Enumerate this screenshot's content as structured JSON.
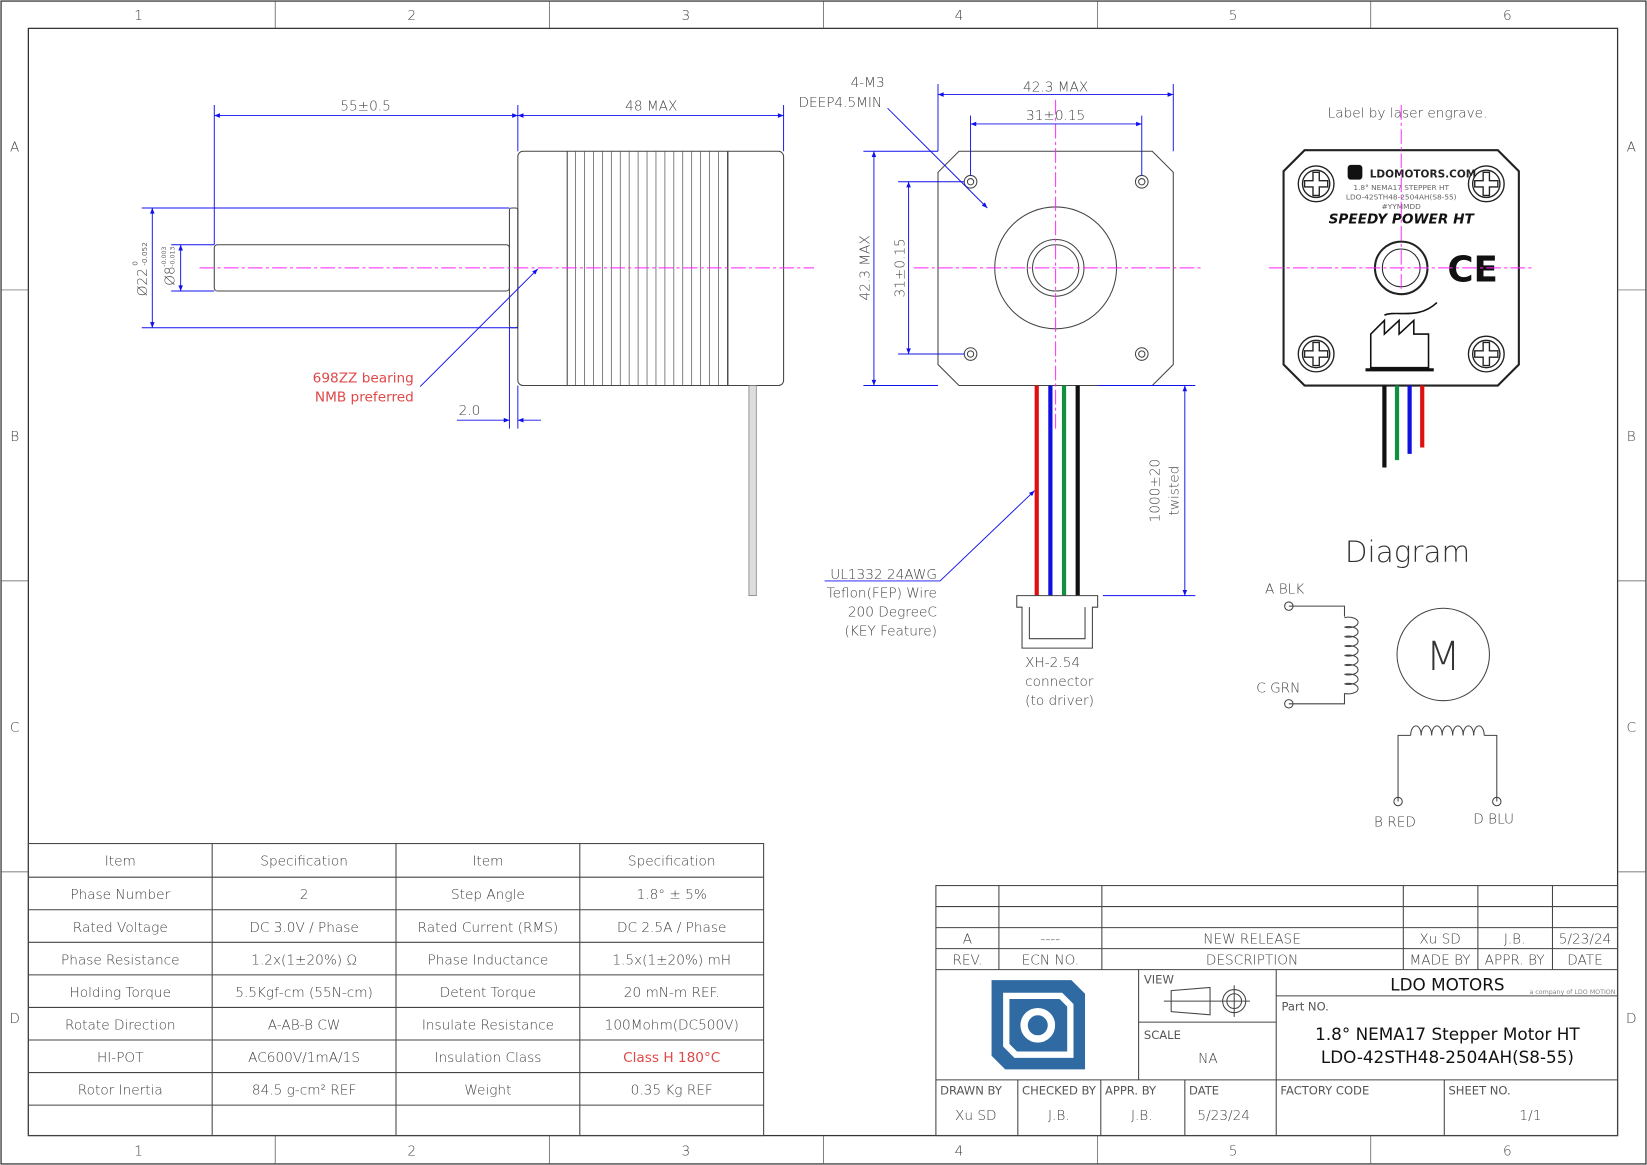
{
  "frame": {
    "columns": [
      "1",
      "2",
      "3",
      "4",
      "5",
      "6"
    ],
    "rows": [
      "A",
      "B",
      "C",
      "D"
    ]
  },
  "colors": {
    "dimension": "#1010ee",
    "centerline": "#ff20ff",
    "note": "#e04848",
    "logo": "#2f6aa3",
    "wire_red": "#e01010",
    "wire_blue": "#1010e0",
    "wire_green": "#109040",
    "wire_black": "#111111"
  },
  "side_view": {
    "shaft_length": "55±0.5",
    "body_length": "48 MAX",
    "boss_diameter": "Ø22",
    "boss_tol_upper": "0",
    "boss_tol_lower": "-0.052",
    "shaft_diameter": "Ø8",
    "shaft_tol_upper": "-0.003",
    "shaft_tol_lower": "-0.013",
    "boss_height": "2.0",
    "bearing_line1": "698ZZ bearing",
    "bearing_line2": "NMB preferred"
  },
  "front_view": {
    "hole_note_line1": "4-M3",
    "hole_note_line2": "DEEP4.5MIN",
    "width_max": "42.3 MAX",
    "hole_spacing_h": "31±0.15",
    "height_max": "42.3 MAX",
    "hole_spacing_v": "31±0.15",
    "wire_length": "1000±20",
    "wire_twist": "twisted",
    "wire_note": [
      "UL1332 24AWG",
      "Teflon(FEP) Wire",
      "200 DegreeC",
      "(KEY Feature)"
    ],
    "connector_note": [
      "XH-2.54",
      "connector",
      "(to driver)"
    ]
  },
  "label_view": {
    "caption": "Label by laser engrave.",
    "website": "LDOMOTORS.COM",
    "line1": "1.8° NEMA17 STEPPER HT",
    "line2": "LDO-42STH48-2504AH(S8-55)",
    "line3": "#YYMMDD",
    "tagline": "SPEEDY POWER HT",
    "ce_mark": "CE"
  },
  "wiring_diagram": {
    "title": "Diagram",
    "motor_symbol": "M",
    "pins": {
      "a": "A BLK",
      "c": "C GRN",
      "b": "B RED",
      "d": "D BLU"
    }
  },
  "spec_table": {
    "headers": [
      "Item",
      "Specification",
      "Item",
      "Specification"
    ],
    "rows": [
      [
        "Phase Number",
        "2",
        "Step Angle",
        "1.8° ± 5%"
      ],
      [
        "Rated Voltage",
        "DC 3.0V / Phase",
        "Rated Current (RMS)",
        "DC 2.5A / Phase"
      ],
      [
        "Phase Resistance",
        "1.2x(1±20%) Ω",
        "Phase Inductance",
        "1.5x(1±20%) mH"
      ],
      [
        "Holding Torque",
        "5.5Kgf-cm (55N-cm)",
        "Detent Torque",
        "20 mN-m REF."
      ],
      [
        "Rotate Direction",
        "A-AB-B CW",
        "Insulate Resistance",
        "100Mohm(DC500V)"
      ],
      [
        "HI-POT",
        "AC600V/1mA/1S",
        "Insulation Class",
        "Class H 180°C"
      ],
      [
        "Rotor Inertia",
        "84.5 g-cm² REF",
        "Weight",
        "0.35 Kg REF"
      ],
      [
        "",
        "",
        "",
        ""
      ]
    ]
  },
  "title_block": {
    "revision": {
      "rev": "A",
      "ecn": "----",
      "description": "NEW RELEASE",
      "made_by": "Xu SD",
      "appr_by": "J.B.",
      "date": "5/23/24"
    },
    "rev_headers": {
      "rev": "REV.",
      "ecn": "ECN NO.",
      "description": "DESCRIPTION",
      "made_by": "MADE BY",
      "appr_by": "APPR. BY",
      "date": "DATE"
    },
    "view_label": "VIEW",
    "scale_label": "SCALE",
    "scale_value": "NA",
    "company": "LDO MOTORS",
    "company_sub": "a company of LDO MOTION",
    "part_no_label": "Part NO.",
    "part_name": "1.8° NEMA17 Stepper Motor HT",
    "part_number": "LDO-42STH48-2504AH(S8-55)",
    "footer_labels": {
      "drawn": "DRAWN BY",
      "checked": "CHECKED BY",
      "appr": "APPR. BY",
      "date": "DATE",
      "factory": "FACTORY CODE",
      "sheet": "SHEET NO."
    },
    "footer_values": {
      "drawn": "Xu SD",
      "checked": "J.B.",
      "appr": "J.B.",
      "date": "5/23/24",
      "factory": "",
      "sheet": "1/1"
    }
  }
}
